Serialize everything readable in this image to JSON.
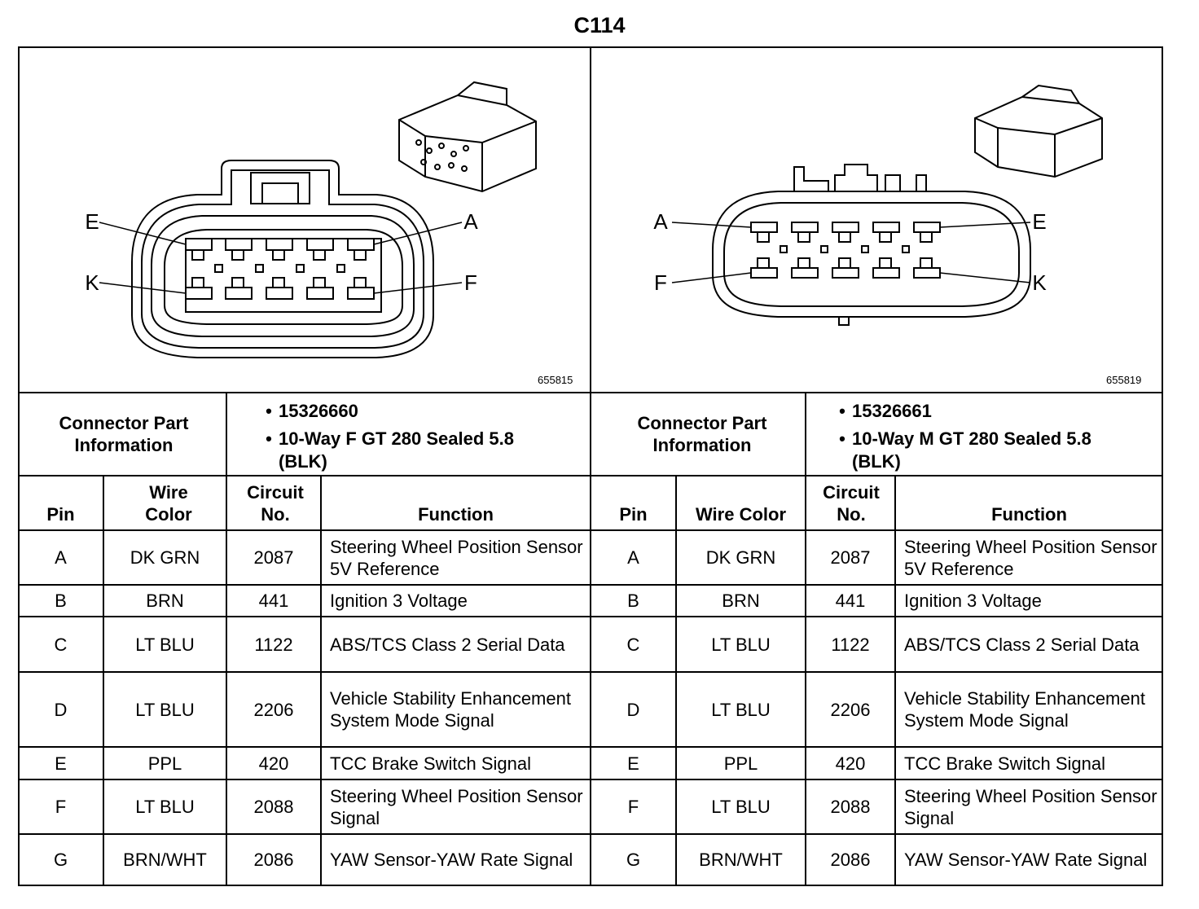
{
  "title": "C114",
  "panels": [
    {
      "figure_number": "655815",
      "pin_labels": {
        "top_left": "E",
        "top_right": "A",
        "bottom_left": "K",
        "bottom_right": "F"
      },
      "connector_part_label": "Connector Part Information",
      "part_info": [
        "15326660",
        "10-Way F GT 280 Sealed 5.8 (BLK)"
      ],
      "headers": {
        "pin": "Pin",
        "wire_color": "Wire Color",
        "circuit": "Circuit No.",
        "function": "Function"
      },
      "rows": [
        {
          "pin": "A",
          "wire": "DK GRN",
          "circuit": "2087",
          "function": "Steering Wheel Position Sensor 5V Reference"
        },
        {
          "pin": "B",
          "wire": "BRN",
          "circuit": "441",
          "function": "Ignition 3 Voltage"
        },
        {
          "pin": "C",
          "wire": "LT BLU",
          "circuit": "1122",
          "function": "ABS/TCS Class 2 Serial Data"
        },
        {
          "pin": "D",
          "wire": "LT BLU",
          "circuit": "2206",
          "function": "Vehicle Stability Enhancement System Mode Signal"
        },
        {
          "pin": "E",
          "wire": "PPL",
          "circuit": "420",
          "function": "TCC Brake Switch Signal"
        },
        {
          "pin": "F",
          "wire": "LT BLU",
          "circuit": "2088",
          "function": "Steering Wheel Position Sensor Signal"
        },
        {
          "pin": "G",
          "wire": "BRN/WHT",
          "circuit": "2086",
          "function": "YAW Sensor-YAW Rate Signal"
        }
      ]
    },
    {
      "figure_number": "655819",
      "pin_labels": {
        "top_left": "A",
        "top_right": "E",
        "bottom_left": "F",
        "bottom_right": "K"
      },
      "connector_part_label": "Connector Part Information",
      "part_info": [
        "15326661",
        "10-Way M GT 280 Sealed 5.8 (BLK)"
      ],
      "headers": {
        "pin": "Pin",
        "wire_color": "Wire Color",
        "circuit": "Circuit No.",
        "function": "Function"
      },
      "rows": [
        {
          "pin": "A",
          "wire": "DK GRN",
          "circuit": "2087",
          "function": "Steering Wheel Position Sensor 5V Reference"
        },
        {
          "pin": "B",
          "wire": "BRN",
          "circuit": "441",
          "function": "Ignition 3 Voltage"
        },
        {
          "pin": "C",
          "wire": "LT BLU",
          "circuit": "1122",
          "function": "ABS/TCS Class 2 Serial Data"
        },
        {
          "pin": "D",
          "wire": "LT BLU",
          "circuit": "2206",
          "function": "Vehicle Stability Enhancement System Mode Signal"
        },
        {
          "pin": "E",
          "wire": "PPL",
          "circuit": "420",
          "function": "TCC Brake Switch Signal"
        },
        {
          "pin": "F",
          "wire": "LT BLU",
          "circuit": "2088",
          "function": "Steering Wheel Position Sensor Signal"
        },
        {
          "pin": "G",
          "wire": "BRN/WHT",
          "circuit": "2086",
          "function": "YAW Sensor-YAW Rate Signal"
        }
      ]
    }
  ]
}
